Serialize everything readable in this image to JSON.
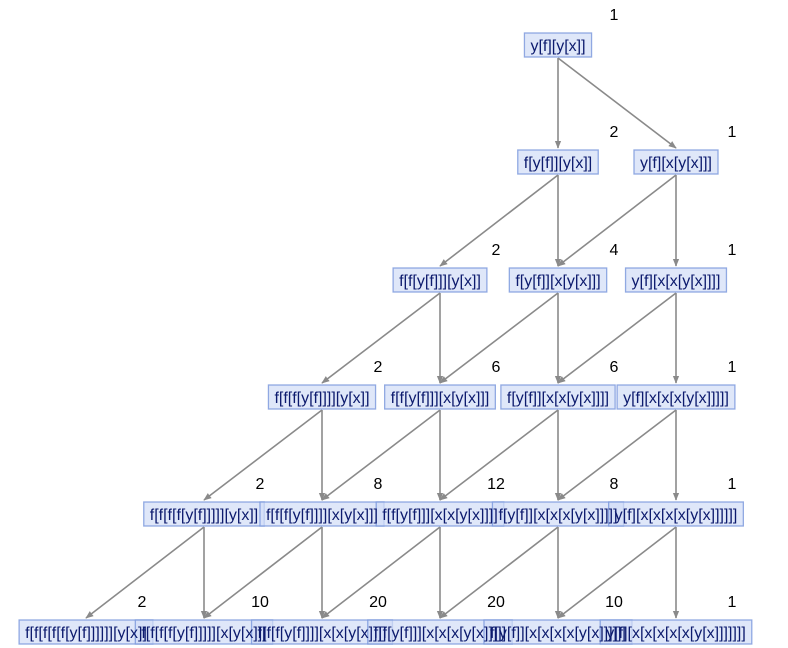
{
  "graph": {
    "colors": {
      "edge": "#8a8a8a",
      "node_fill": "#d2def6",
      "node_border": "#7896dc",
      "label": "#0d1b6e"
    },
    "rows": [
      [
        {
          "label": "y[f][y[x]]",
          "count": "1"
        }
      ],
      [
        {
          "label": "f[y[f]][y[x]]",
          "count": "2"
        },
        {
          "label": "y[f][x[y[x]]]",
          "count": "1"
        }
      ],
      [
        {
          "label": "f[f[y[f]]][y[x]]",
          "count": "2"
        },
        {
          "label": "f[y[f]][x[y[x]]]",
          "count": "4"
        },
        {
          "label": "y[f][x[x[y[x]]]]",
          "count": "1"
        }
      ],
      [
        {
          "label": "f[f[f[y[f]]]][y[x]]",
          "count": "2"
        },
        {
          "label": "f[f[y[f]]][x[y[x]]]",
          "count": "6"
        },
        {
          "label": "f[y[f]][x[x[y[x]]]]",
          "count": "6"
        },
        {
          "label": "y[f][x[x[x[y[x]]]]]",
          "count": "1"
        }
      ],
      [
        {
          "label": "f[f[f[f[y[f]]]]][y[x]]",
          "count": "2"
        },
        {
          "label": "f[f[f[y[f]]]][x[y[x]]]",
          "count": "8"
        },
        {
          "label": "f[f[y[f]]][x[x[y[x]]]]",
          "count": "12"
        },
        {
          "label": "f[y[f]][x[x[x[y[x]]]]]",
          "count": "8"
        },
        {
          "label": "y[f][x[x[x[x[y[x]]]]]]",
          "count": "1"
        }
      ],
      [
        {
          "label": "f[f[f[f[f[y[f]]]]]][y[x]]",
          "count": "2"
        },
        {
          "label": "f[f[f[f[y[f]]]]][x[y[x]]]",
          "count": "10"
        },
        {
          "label": "f[f[f[y[f]]]][x[x[y[x]]]]",
          "count": "20"
        },
        {
          "label": "f[f[y[f]]][x[x[x[y[x]]]]]",
          "count": "20"
        },
        {
          "label": "f[y[f]][x[x[x[x[y[x]]]]]]",
          "count": "10"
        },
        {
          "label": "y[f][x[x[x[x[x[y[x]]]]]]]",
          "count": "1"
        }
      ]
    ]
  }
}
